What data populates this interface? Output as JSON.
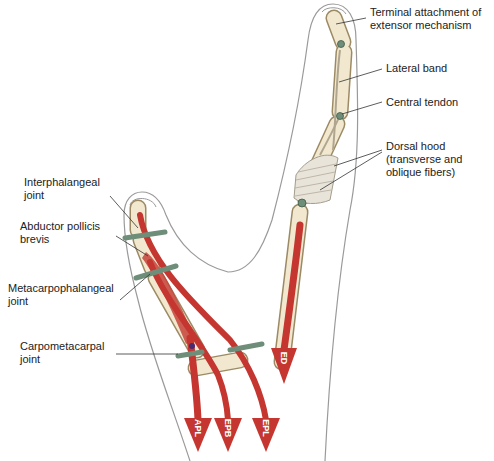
{
  "diagram": {
    "labels": [
      "Terminal attachment of extensor mechanism",
      "Lateral band",
      "Central tendon",
      "Dorsal hood (transverse and oblique fibers)",
      "Interphalangeal joint",
      "Abductor pollicis brevis",
      "Metacarpophalangeal joint",
      "Carpometacarpal joint",
      "APL",
      "EPB",
      "EPL",
      "ED"
    ]
  }
}
